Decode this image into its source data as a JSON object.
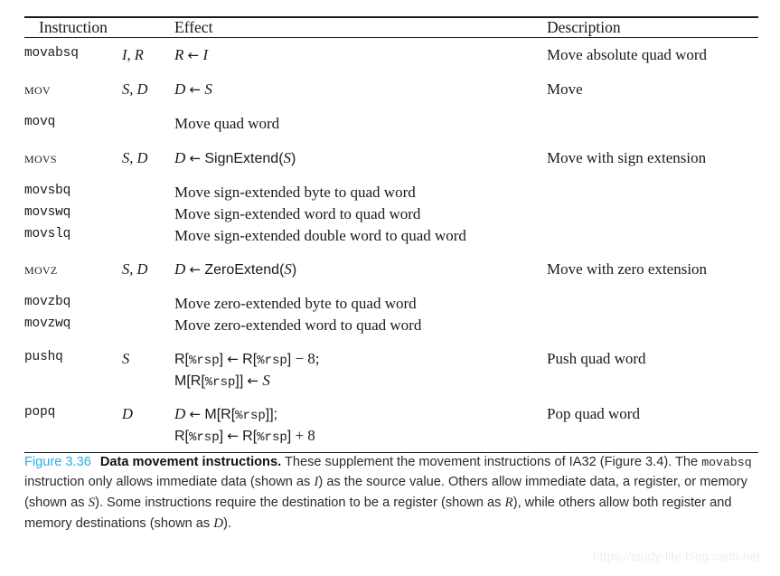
{
  "figure": {
    "number": "Figure 3.36",
    "title": "Data movement instructions.",
    "caption_parts": {
      "p1": "These supplement the movement instructions of IA32 (Figure 3.4). The ",
      "mono1": "movabsq",
      "p2": " instruction only allows immediate data (shown as ",
      "it1": "I",
      "p3": ") as the source value. Others allow immediate data, a register, or memory (shown as ",
      "it2": "S",
      "p4": "). Some instructions require the destination to be a register (shown as ",
      "it3": "R",
      "p5": "), while others allow both register and memory destinations (shown as ",
      "it4": "D",
      "p6": ")."
    },
    "accent_color": "#29abe2"
  },
  "table": {
    "headers": {
      "instruction": "Instruction",
      "effect": "Effect",
      "description": "Description"
    },
    "rows": [
      {
        "instruction": "movabsq",
        "style": "mono",
        "operands": "I, R",
        "effect_lines": [
          "R ← I"
        ],
        "description": "Move absolute quad word"
      },
      {
        "instruction": "MOV",
        "style": "smallcaps",
        "operands": "S, D",
        "effect_lines": [
          "D ← S"
        ],
        "description": "Move"
      },
      {
        "instruction": "movq",
        "style": "mono",
        "operands": "",
        "effect_lines": [
          "Move quad word"
        ],
        "description": ""
      },
      {
        "instruction": "MOVS",
        "style": "smallcaps",
        "operands": "S, D",
        "effect_lines": [
          "D ← SignExtend(S)"
        ],
        "description": "Move with sign extension"
      },
      {
        "instruction": "movsbq",
        "style": "mono",
        "operands": "",
        "effect_lines": [
          "Move sign-extended byte to quad word"
        ],
        "description": ""
      },
      {
        "instruction": "movswq",
        "style": "mono",
        "operands": "",
        "effect_lines": [
          "Move sign-extended word to quad word"
        ],
        "description": ""
      },
      {
        "instruction": "movslq",
        "style": "mono",
        "operands": "",
        "effect_lines": [
          "Move sign-extended double word to quad word"
        ],
        "description": ""
      },
      {
        "instruction": "MOVZ",
        "style": "smallcaps",
        "operands": "S, D",
        "effect_lines": [
          "D ← ZeroExtend(S)"
        ],
        "description": "Move with zero extension"
      },
      {
        "instruction": "movzbq",
        "style": "mono",
        "operands": "",
        "effect_lines": [
          "Move zero-extended byte to quad word"
        ],
        "description": ""
      },
      {
        "instruction": "movzwq",
        "style": "mono",
        "operands": "",
        "effect_lines": [
          "Move zero-extended word to quad word"
        ],
        "description": ""
      },
      {
        "instruction": "pushq",
        "style": "mono",
        "operands": "S",
        "effect_lines": [
          "R[%rsp] ← R[%rsp] − 8;",
          "M[R[%rsp]] ← S"
        ],
        "description": "Push quad word"
      },
      {
        "instruction": "popq",
        "style": "mono",
        "operands": "D",
        "effect_lines": [
          "D ← M[R[%rsp]];",
          "R[%rsp] ← R[%rsp] + 8"
        ],
        "description": "Pop quad word"
      }
    ]
  },
  "watermark": {
    "text": "https://study-life.blog.csdn.net"
  }
}
